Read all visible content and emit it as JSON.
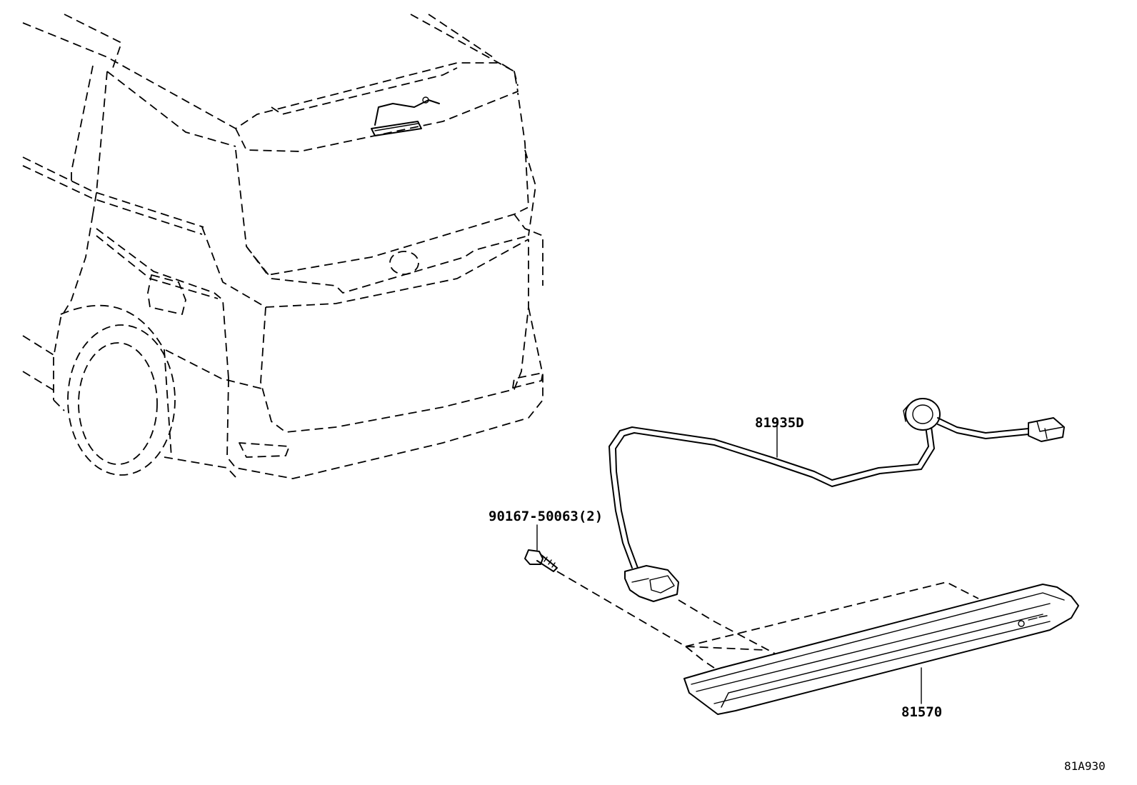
{
  "callouts": {
    "harness": "81935D",
    "screw": "90167-50063(2)",
    "stop_lamp": "81570"
  },
  "catalog_code": "81A930"
}
